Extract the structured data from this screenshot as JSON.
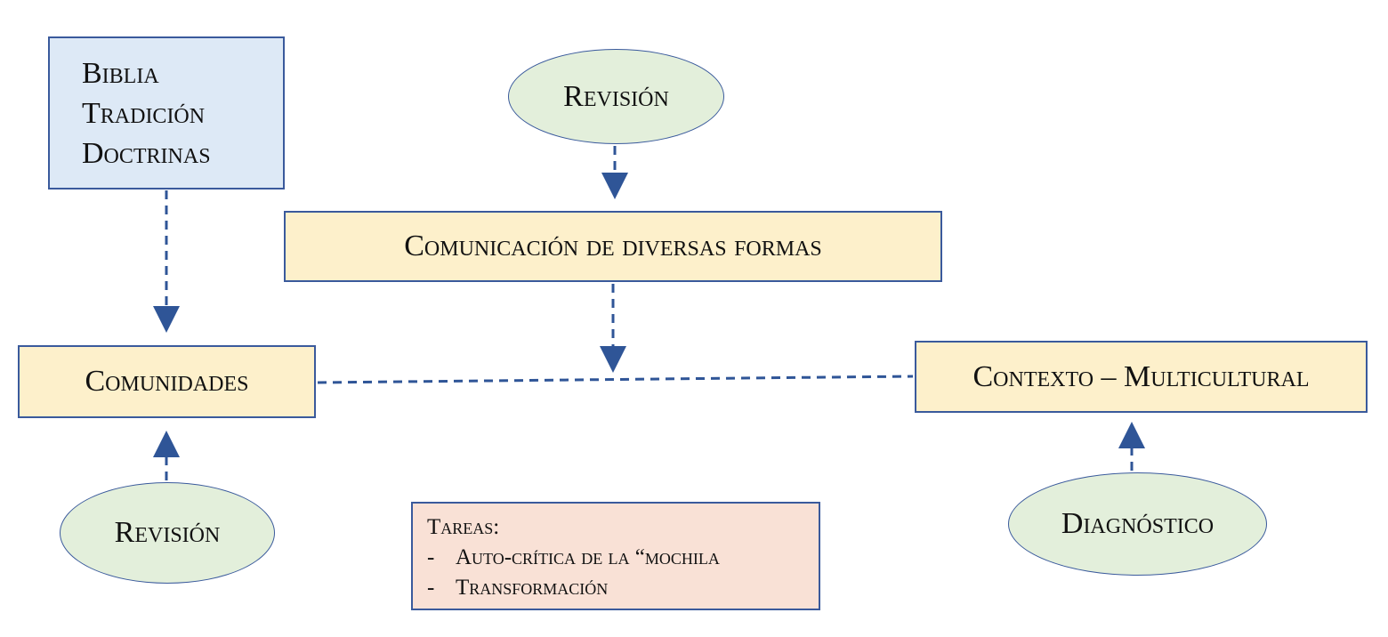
{
  "nodes": {
    "sources": {
      "lines": [
        "Biblia",
        "Tradición",
        "Doctrinas"
      ]
    },
    "revision_top": {
      "label": "Revisión"
    },
    "comunicacion": {
      "label": "Comunicación de diversas formas"
    },
    "comunidades": {
      "label": "Comunidades"
    },
    "contexto": {
      "label": "Contexto – Multicultural"
    },
    "revision_bottom": {
      "label": "Revisión"
    },
    "diagnostico": {
      "label": "Diagnóstico"
    }
  },
  "tareas": {
    "heading": "Tareas:",
    "items": [
      {
        "bullet": "-",
        "text": "Auto-crítica de la “mochila"
      },
      {
        "bullet": "-",
        "text": "Transformación"
      }
    ]
  },
  "colors": {
    "border": "#3a5a9c",
    "arrow": "#2f5597",
    "yellow_fill": "#fdf0cb",
    "blue_fill": "#dde9f6",
    "green_fill": "#e3efdb",
    "peach_fill": "#f9e1d6"
  }
}
